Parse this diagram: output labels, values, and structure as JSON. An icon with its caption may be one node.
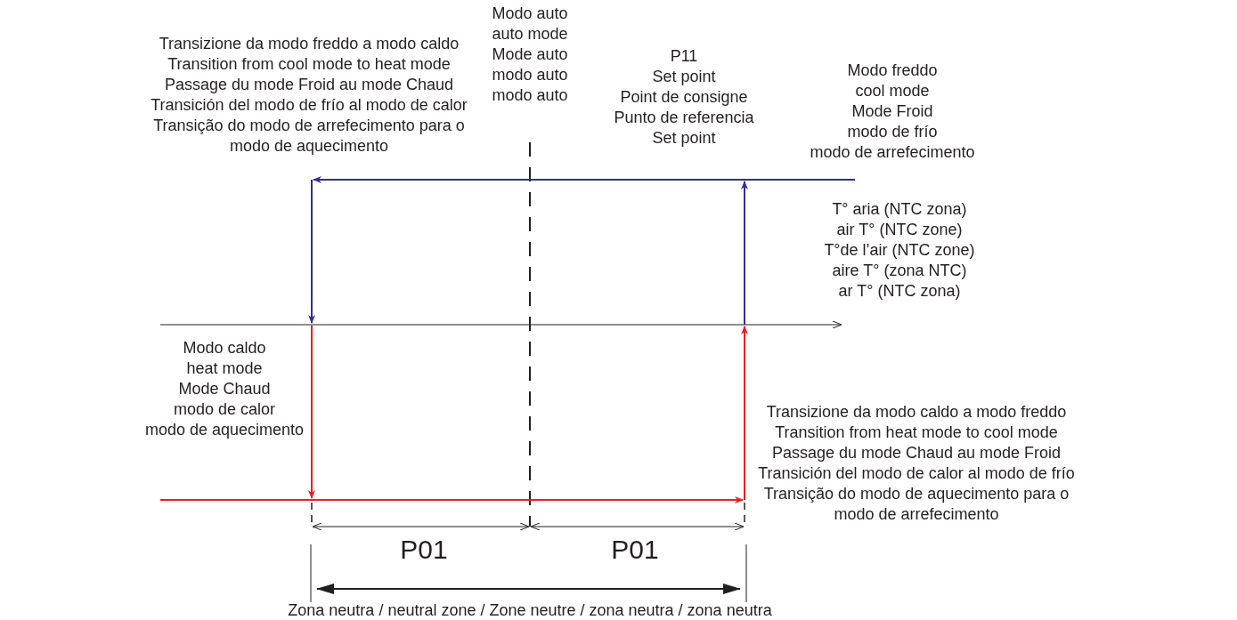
{
  "diagram": {
    "labels": [
      "Modo auto",
      "auto mode",
      "Mode auto",
      "modo auto",
      "modo auto",
      "Transizione da modo freddo a modo caldo",
      "Transition from cool mode to heat mode",
      "Passage du mode Froid au mode Chaud",
      "Transición del modo de frío al modo de calor",
      "Transição do modo de arrefecimento para o modo de aquecimento",
      "P11",
      "Set point",
      "Point de consigne",
      "Punto de referencia",
      "Set point",
      "Modo freddo",
      "cool mode",
      "Mode Froid",
      "modo de frío",
      "modo de arrefecimento",
      "T° aria (NTC zona)",
      "air T° (NTC zone)",
      "T°de l’air (NTC zone)",
      "aire T° (zona NTC)",
      "ar T° (NTC zona)",
      "Modo caldo",
      "heat mode",
      "Mode Chaud",
      "modo de calor",
      "modo de aquecimento",
      "Transizione da modo caldo a modo freddo",
      "Transition from heat mode to cool mode",
      "Passage du mode Chaud au mode Froid",
      "Transición del modo de calor al modo de frío",
      "Transição do modo de aquecimento para o modo de arrefecimento",
      "P01",
      "P01",
      "Zona neutra / neutral zone / Zone neutre / zona neutra / zona neutra"
    ]
  }
}
